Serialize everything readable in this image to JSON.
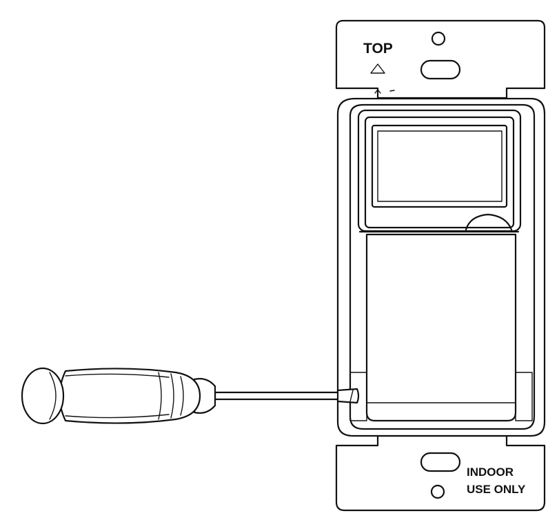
{
  "labels": {
    "top": "TOP",
    "indoor": "INDOOR",
    "use_only": "USE ONLY"
  },
  "icons": {
    "top_arrow": "triangle-up-icon",
    "mount_holes": "screw-hole-icon",
    "tool": "flathead-screwdriver-icon"
  },
  "colors": {
    "line": "#111111",
    "background": "#ffffff"
  }
}
